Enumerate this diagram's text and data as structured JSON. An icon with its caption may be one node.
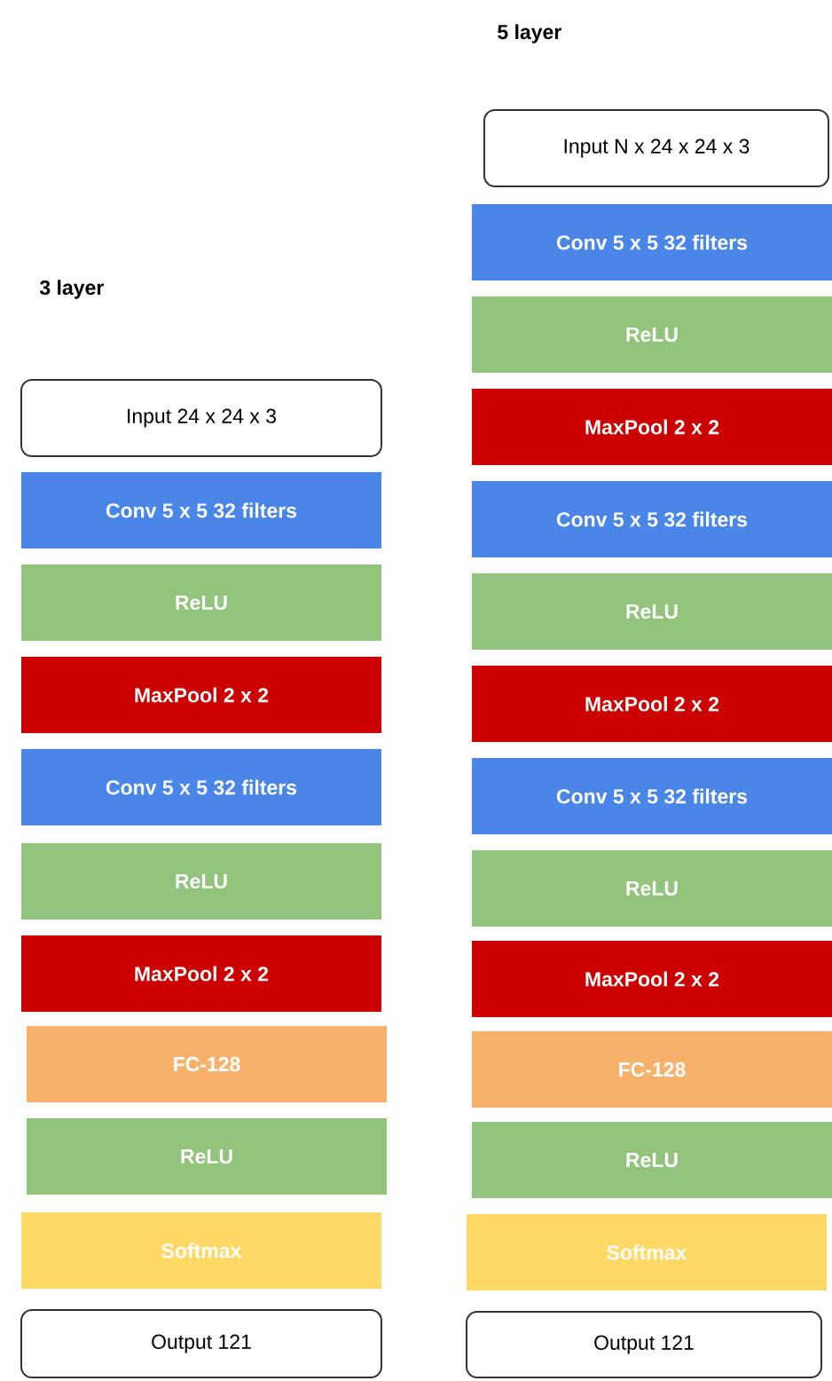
{
  "diagram": {
    "nodes": [
      {
        "text": [
          "Input 24 x 24 x 3"
        ]
      },
      {
        "text": [
          "Conv 5 x 5 32 filters"
        ]
      },
      {
        "text": [
          "ReLU"
        ]
      },
      {
        "text": [
          "MaxPool 2 x 2"
        ]
      },
      {
        "text": [
          "Conv 5 x 5 32 filters"
        ]
      },
      {
        "text": [
          "ReLU"
        ]
      },
      {
        "text": [
          "MaxPool 2 x 2"
        ]
      },
      {
        "text": [
          "FC-128"
        ]
      },
      {
        "text": [
          "ReLU"
        ]
      },
      {
        "text": [
          "Softmax"
        ]
      },
      {
        "text": [
          "Output 121"
        ]
      },
      {
        "text": [
          "Input N x 24 x 24 x 3"
        ]
      },
      {
        "text": [
          "Conv 5 x 5 32 filters"
        ]
      },
      {
        "text": [
          "ReLU"
        ]
      },
      {
        "text": [
          "MaxPool 2 x 2"
        ]
      },
      {
        "text": [
          "Conv 5 x 5 32 filters"
        ]
      },
      {
        "text": [
          "ReLU"
        ]
      },
      {
        "text": [
          "MaxPool 2 x 2"
        ]
      },
      {
        "text": [
          "Conv 5 x 5 32 filters"
        ]
      },
      {
        "text": [
          "ReLU"
        ]
      },
      {
        "text": [
          "MaxPool 2 x 2"
        ]
      },
      {
        "text": [
          "FC-128"
        ]
      },
      {
        "text": [
          "ReLU"
        ]
      },
      {
        "text": [
          "Softmax"
        ]
      },
      {
        "text": [
          "Output 121"
        ]
      }
    ],
    "labels": [
      "5 layer",
      "3 layer"
    ]
  }
}
